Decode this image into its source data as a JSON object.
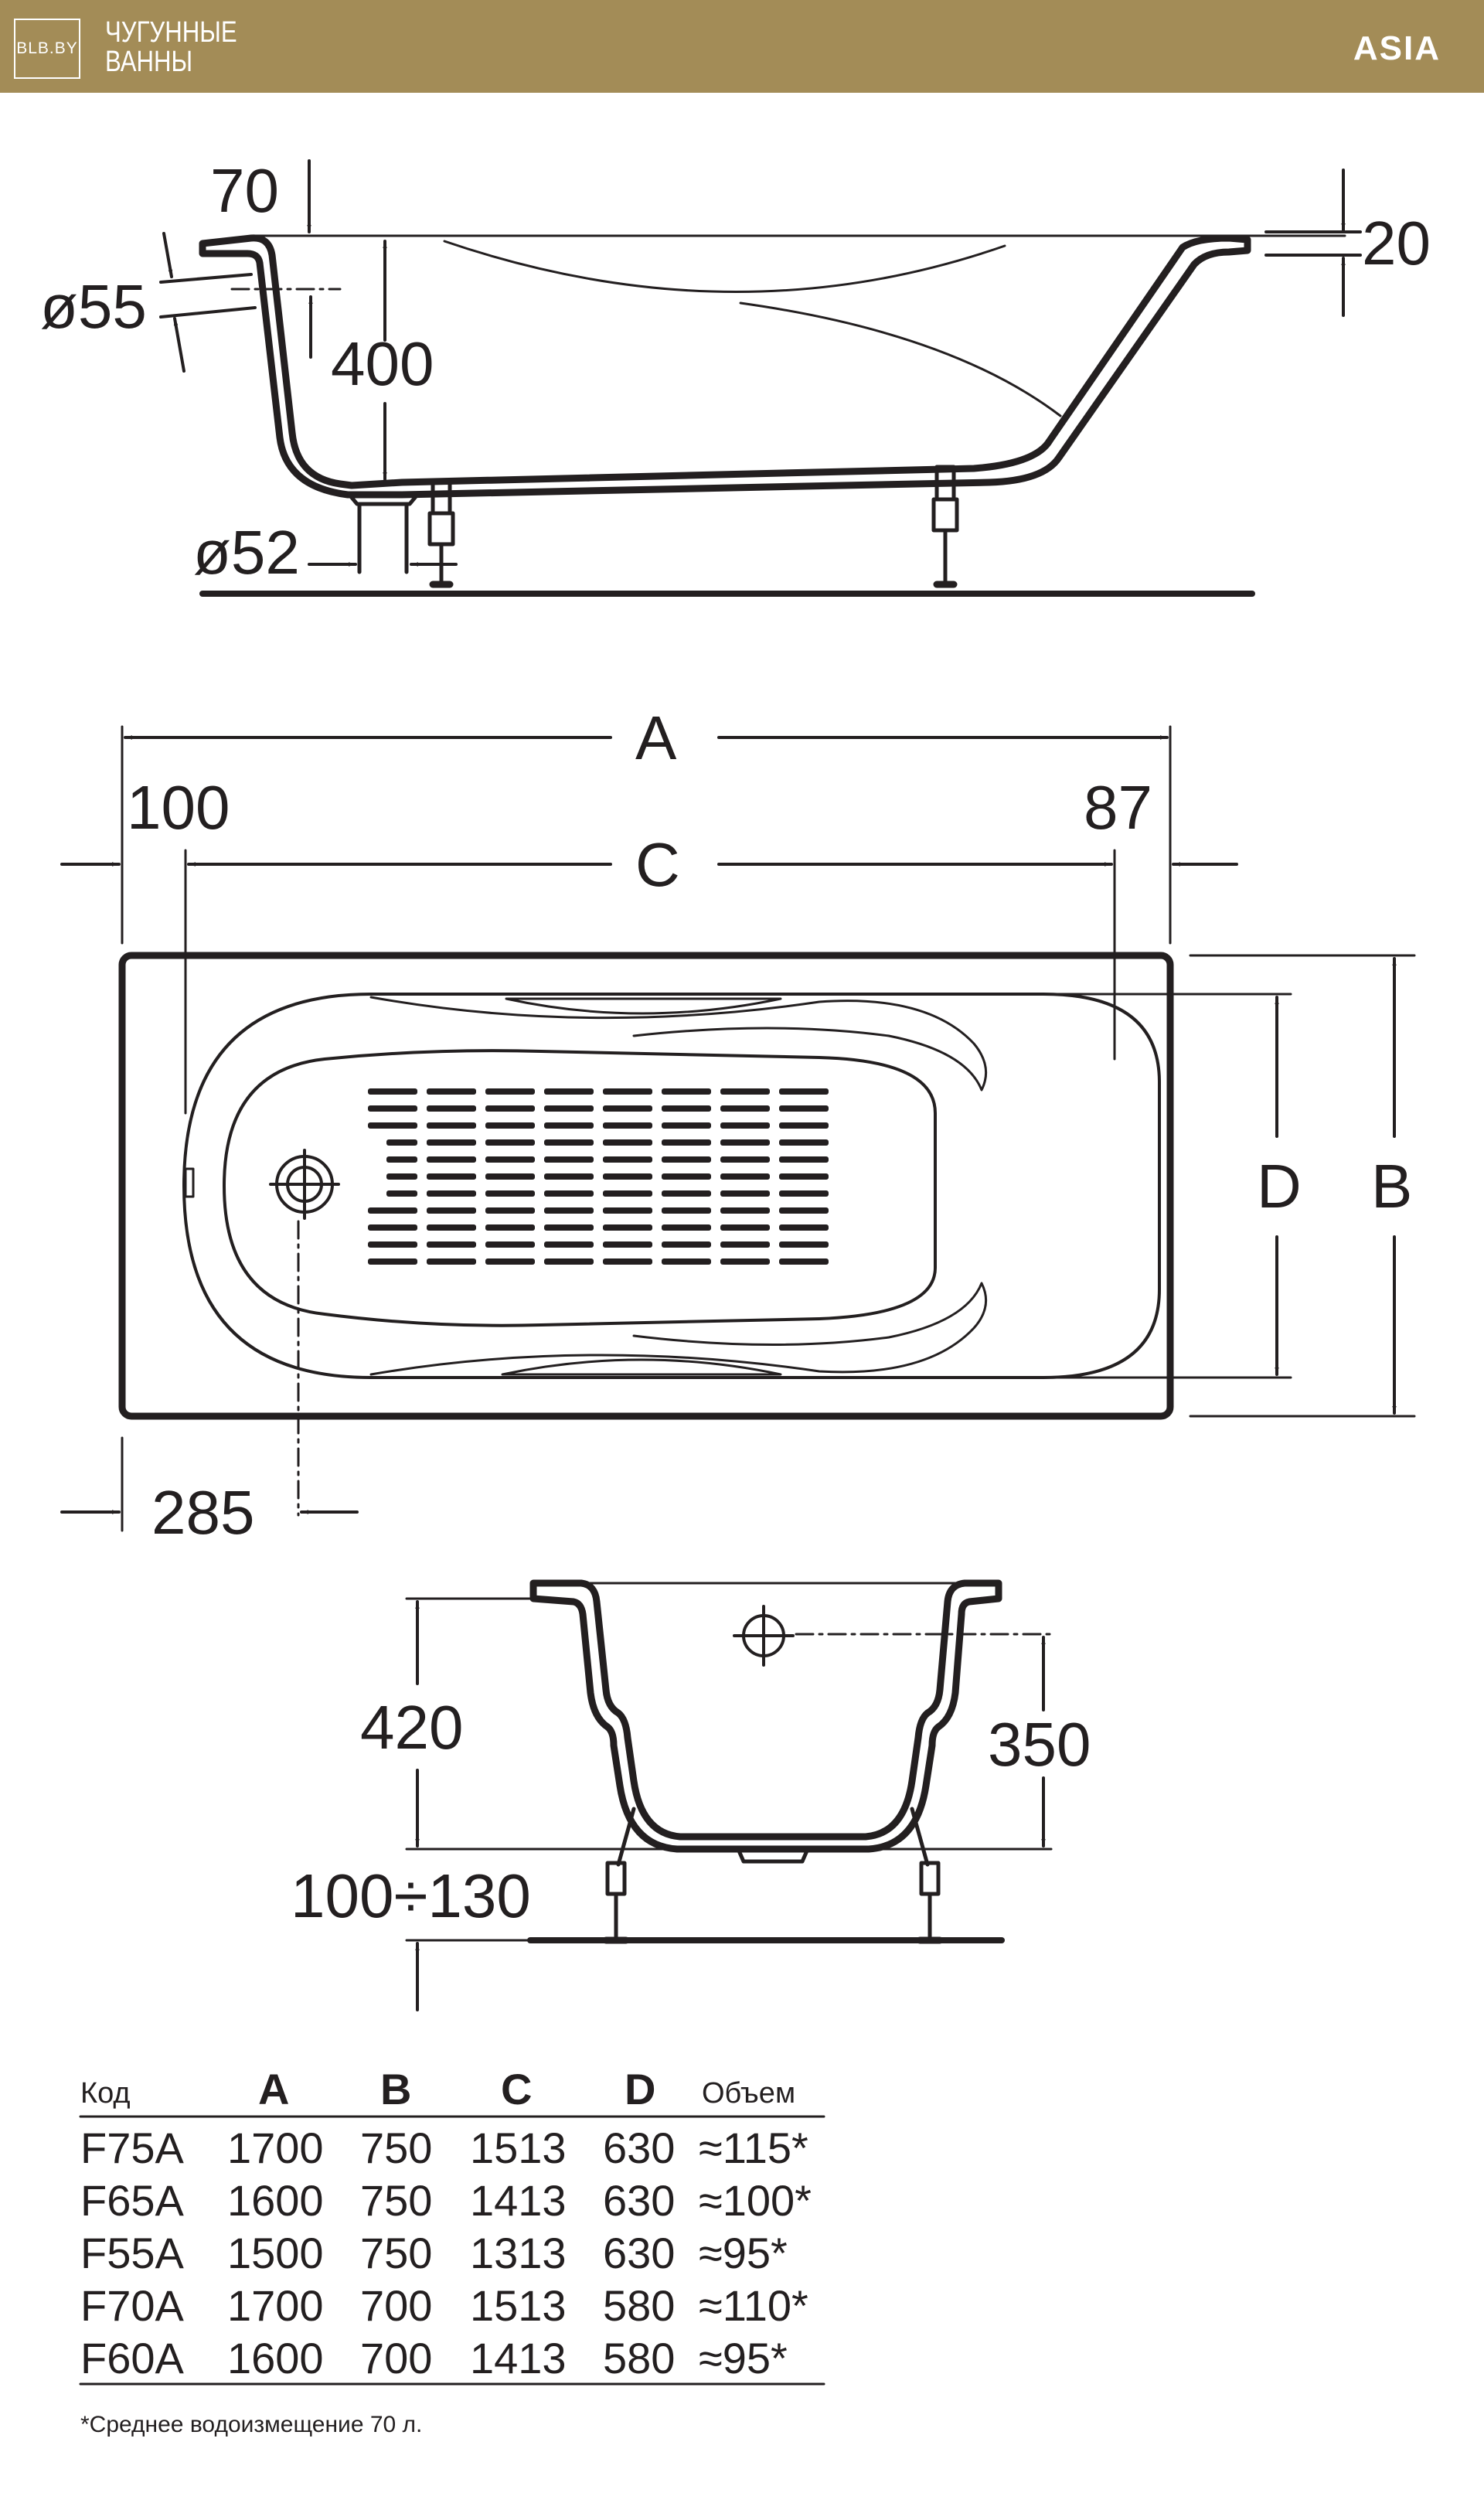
{
  "header": {
    "logo": "BLB.BY",
    "brand_line1": "ЧУГУННЫЕ",
    "brand_line2": "ВАННЫ",
    "series": "ASIA"
  },
  "side_view": {
    "rim_offset": "70",
    "rim_thickness": "20",
    "overflow_diameter": "ø55",
    "depth": "400",
    "drain_diameter": "ø52"
  },
  "plan_view": {
    "length_label": "A",
    "inner_length_label": "C",
    "left_margin": "100",
    "right_margin": "87",
    "inner_width_label": "D",
    "width_label": "B",
    "drain_offset": "285"
  },
  "end_view": {
    "total_height": "420",
    "overflow_height": "350",
    "leg_range": "100÷130"
  },
  "table": {
    "headers": [
      "Код",
      "A",
      "B",
      "C",
      "D",
      "Объем"
    ],
    "rows": [
      [
        "F75A",
        "1700",
        "750",
        "1513",
        "630",
        "≈115*"
      ],
      [
        "F65A",
        "1600",
        "750",
        "1413",
        "630",
        "≈100*"
      ],
      [
        "F55A",
        "1500",
        "750",
        "1313",
        "630",
        "≈95*"
      ],
      [
        "F70A",
        "1700",
        "700",
        "1513",
        "580",
        "≈110*"
      ],
      [
        "F60A",
        "1600",
        "700",
        "1413",
        "580",
        "≈95*"
      ]
    ]
  },
  "footnote": "*Среднее водоизмещение 70 л.",
  "colors": {
    "header_bg": "#a38c57",
    "ink": "#231f20"
  }
}
